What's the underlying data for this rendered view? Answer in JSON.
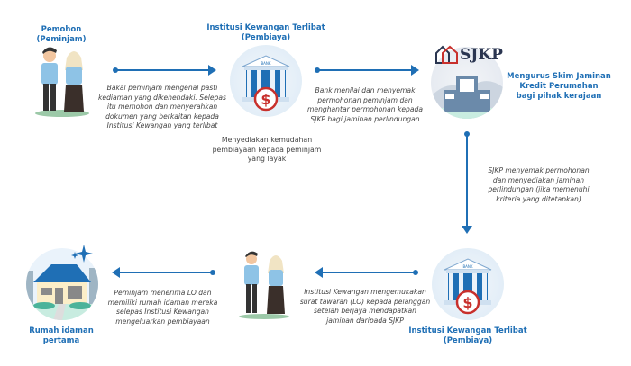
{
  "steps": {
    "applicant": {
      "title_line1": "Pemohon",
      "title_line2": "(Peminjam)"
    },
    "bank_top": {
      "title_line1": "Institusi Kewangan Terlibat",
      "title_line2": "(Pembiaya)",
      "bank_sign": "BANK",
      "note_lines": [
        "Menyediakan kemudahan",
        "pembiayaan kepada peminjam",
        "yang layak"
      ]
    },
    "sjkp": {
      "logo_text": "SJKP",
      "label_lines": [
        "Mengurus Skim Jaminan",
        "Kredit Perumahan",
        "bagi pihak kerajaan"
      ]
    },
    "bank_bottom": {
      "title_line1": "Institusi Kewangan Terlibat",
      "title_line2": "(Pembiaya)",
      "bank_sign": "BANK"
    },
    "home": {
      "title_line1": "Rumah idaman",
      "title_line2": "pertama"
    }
  },
  "arrows": {
    "a1": [
      "Bakal peminjam mengenal pasti",
      "kediaman yang dikehendaki. Selepas",
      "itu memohon dan menyerahkan",
      "dokumen yang berkaitan kepada",
      "Institusi Kewangan yang terlibat"
    ],
    "a2": [
      "Bank menilai dan menyemak",
      "permohonan peminjam dan",
      "menghantar permohonan kepada",
      "SJKP bagi jaminan perlindungan"
    ],
    "a3": [
      "SJKP menyemak permohonan",
      "dan menyediakan jaminan",
      "perlindungan (jika memenuhi",
      "kriteria yang ditetapkan)"
    ],
    "a4": [
      "Institusi Kewangan mengemukakan",
      "surat tawaran (LO) kepada pelanggan",
      "setelah berjaya mendapatkan",
      "jaminan daripada SJKP"
    ],
    "a5": [
      "Peminjam menerima LO dan",
      "memiliki rumah idaman mereka",
      "selepas Institusi Kewangan",
      "mengeluarkan pembiayaan"
    ]
  },
  "colors": {
    "accent": "#1f6fb5",
    "dollar": "#c8302c"
  }
}
